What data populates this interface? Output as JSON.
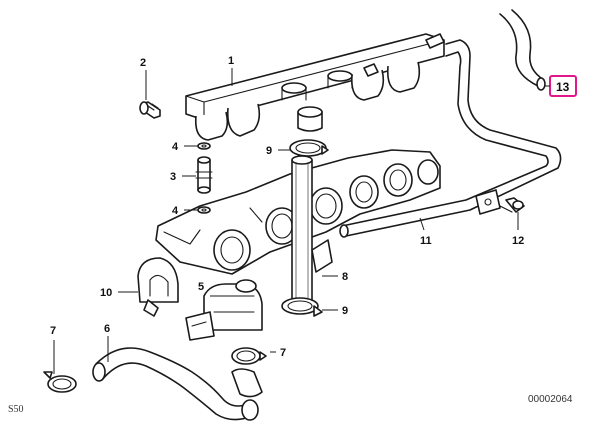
{
  "callouts": {
    "c1": "1",
    "c2": "2",
    "c3": "3",
    "c4a": "4",
    "c4b": "4",
    "c5": "5",
    "c6": "6",
    "c7a": "7",
    "c7b": "7",
    "c8": "8",
    "c9a": "9",
    "c9b": "9",
    "c10": "10",
    "c11": "11",
    "c12": "12",
    "c13": "13"
  },
  "highlight_color": "#e0188a",
  "footer": {
    "model_code": "S50",
    "diagram_number": "00002064"
  }
}
